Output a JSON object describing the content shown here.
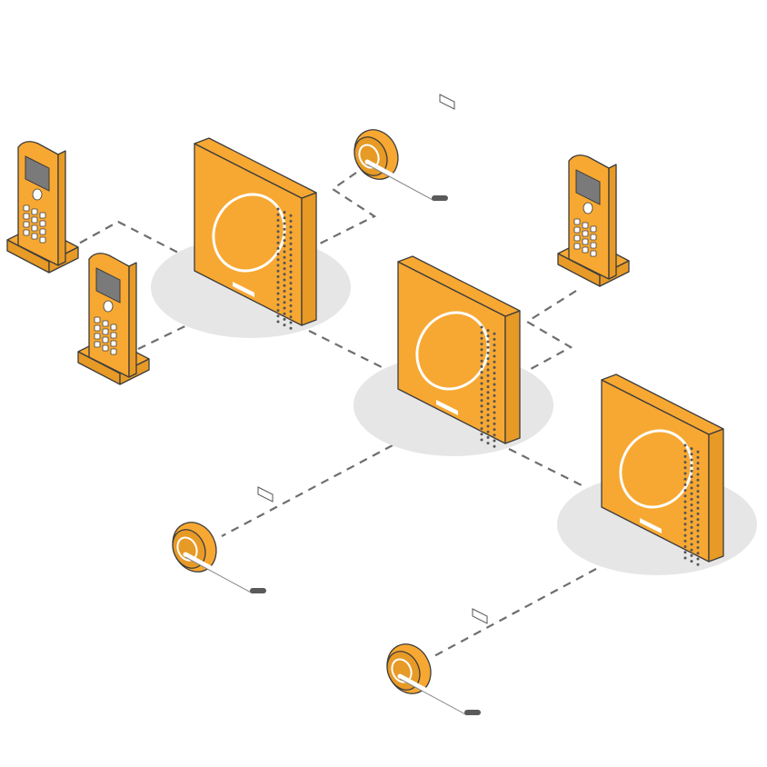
{
  "diagram": {
    "kind": "isometric network illustration",
    "nodes": [
      {
        "id": "base-station-1",
        "type": "base-station"
      },
      {
        "id": "base-station-2",
        "type": "base-station"
      },
      {
        "id": "base-station-3",
        "type": "base-station"
      },
      {
        "id": "handset-1",
        "type": "dect-handset"
      },
      {
        "id": "handset-2",
        "type": "dect-handset"
      },
      {
        "id": "handset-3",
        "type": "dect-handset"
      },
      {
        "id": "headset-1",
        "type": "headset"
      },
      {
        "id": "headset-2",
        "type": "headset"
      },
      {
        "id": "headset-3",
        "type": "headset"
      }
    ],
    "links": [
      {
        "from": "handset-1",
        "to": "base-station-1"
      },
      {
        "from": "handset-2",
        "to": "base-station-1"
      },
      {
        "from": "headset-1",
        "to": "base-station-1"
      },
      {
        "from": "base-station-1",
        "to": "base-station-2"
      },
      {
        "from": "handset-3",
        "to": "base-station-2"
      },
      {
        "from": "base-station-2",
        "to": "headset-2"
      },
      {
        "from": "base-station-2",
        "to": "base-station-3"
      },
      {
        "from": "base-station-3",
        "to": "headset-3"
      }
    ],
    "colors": {
      "device": "#f7a832",
      "shadow": "#e6e6e7",
      "link": "#6e6e6e",
      "screen": "#7a7a7a"
    }
  }
}
